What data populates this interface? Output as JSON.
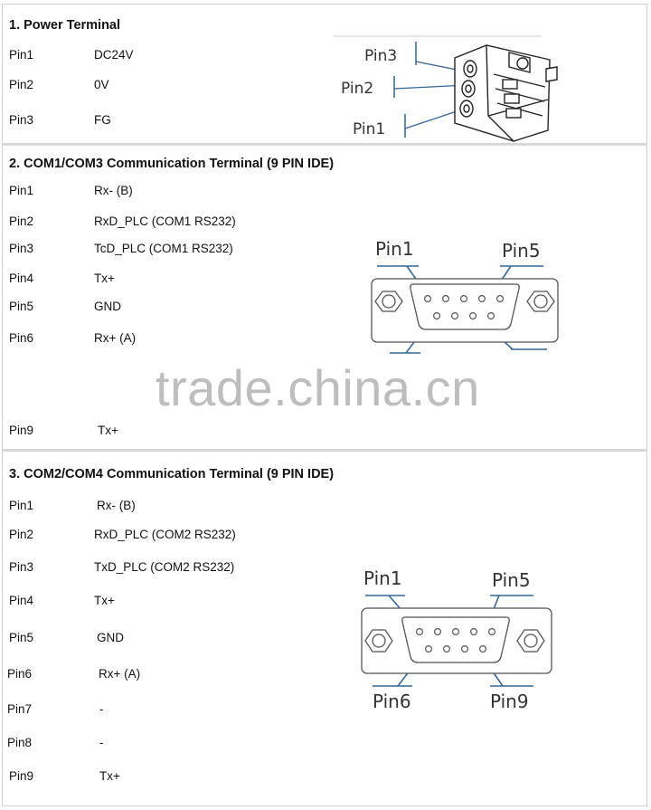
{
  "watermark": "trade.china.cn",
  "sections": [
    {
      "title": "1. Power Terminal",
      "rows": [
        {
          "pin": "Pin1",
          "value": "DC24V"
        },
        {
          "pin": "Pin2",
          "value": "0V"
        },
        {
          "pin": "Pin3",
          "value": "FG"
        }
      ],
      "figure_labels": [
        "Pin3",
        "Pin2",
        "Pin1"
      ]
    },
    {
      "title": "2. COM1/COM3 Communication Terminal (9 PIN IDE)",
      "rows": [
        {
          "pin": "Pin1",
          "value": "Rx- (B)"
        },
        {
          "pin": "Pin2",
          "value": "RxD_PLC (COM1 RS232)"
        },
        {
          "pin": "Pin3",
          "value": "TcD_PLC (COM1 RS232)"
        },
        {
          "pin": "Pin4",
          "value": "Tx+"
        },
        {
          "pin": "Pin5",
          "value": "GND"
        },
        {
          "pin": "Pin6",
          "value": "Rx+ (A)"
        },
        {
          "pin": "Pin9",
          "value": "Tx+"
        }
      ],
      "figure_labels": [
        "Pin1",
        "Pin5"
      ]
    },
    {
      "title": "3. COM2/COM4 Communication Terminal (9 PIN IDE)",
      "rows": [
        {
          "pin": "Pin1",
          "value": "Rx- (B)"
        },
        {
          "pin": "Pin2",
          "value": "RxD_PLC (COM2 RS232)"
        },
        {
          "pin": "Pin3",
          "value": "TxD_PLC (COM2 RS232)"
        },
        {
          "pin": "Pin4",
          "value": "Tx+"
        },
        {
          "pin": "Pin5",
          "value": "GND"
        },
        {
          "pin": "Pin6",
          "value": "Rx+ (A)"
        },
        {
          "pin": "Pin7",
          "value": "-"
        },
        {
          "pin": "Pin8",
          "value": "-"
        },
        {
          "pin": "Pin9",
          "value": "Tx+"
        }
      ],
      "figure_labels": [
        "Pin1",
        "Pin5",
        "Pin6",
        "Pin9"
      ]
    }
  ]
}
